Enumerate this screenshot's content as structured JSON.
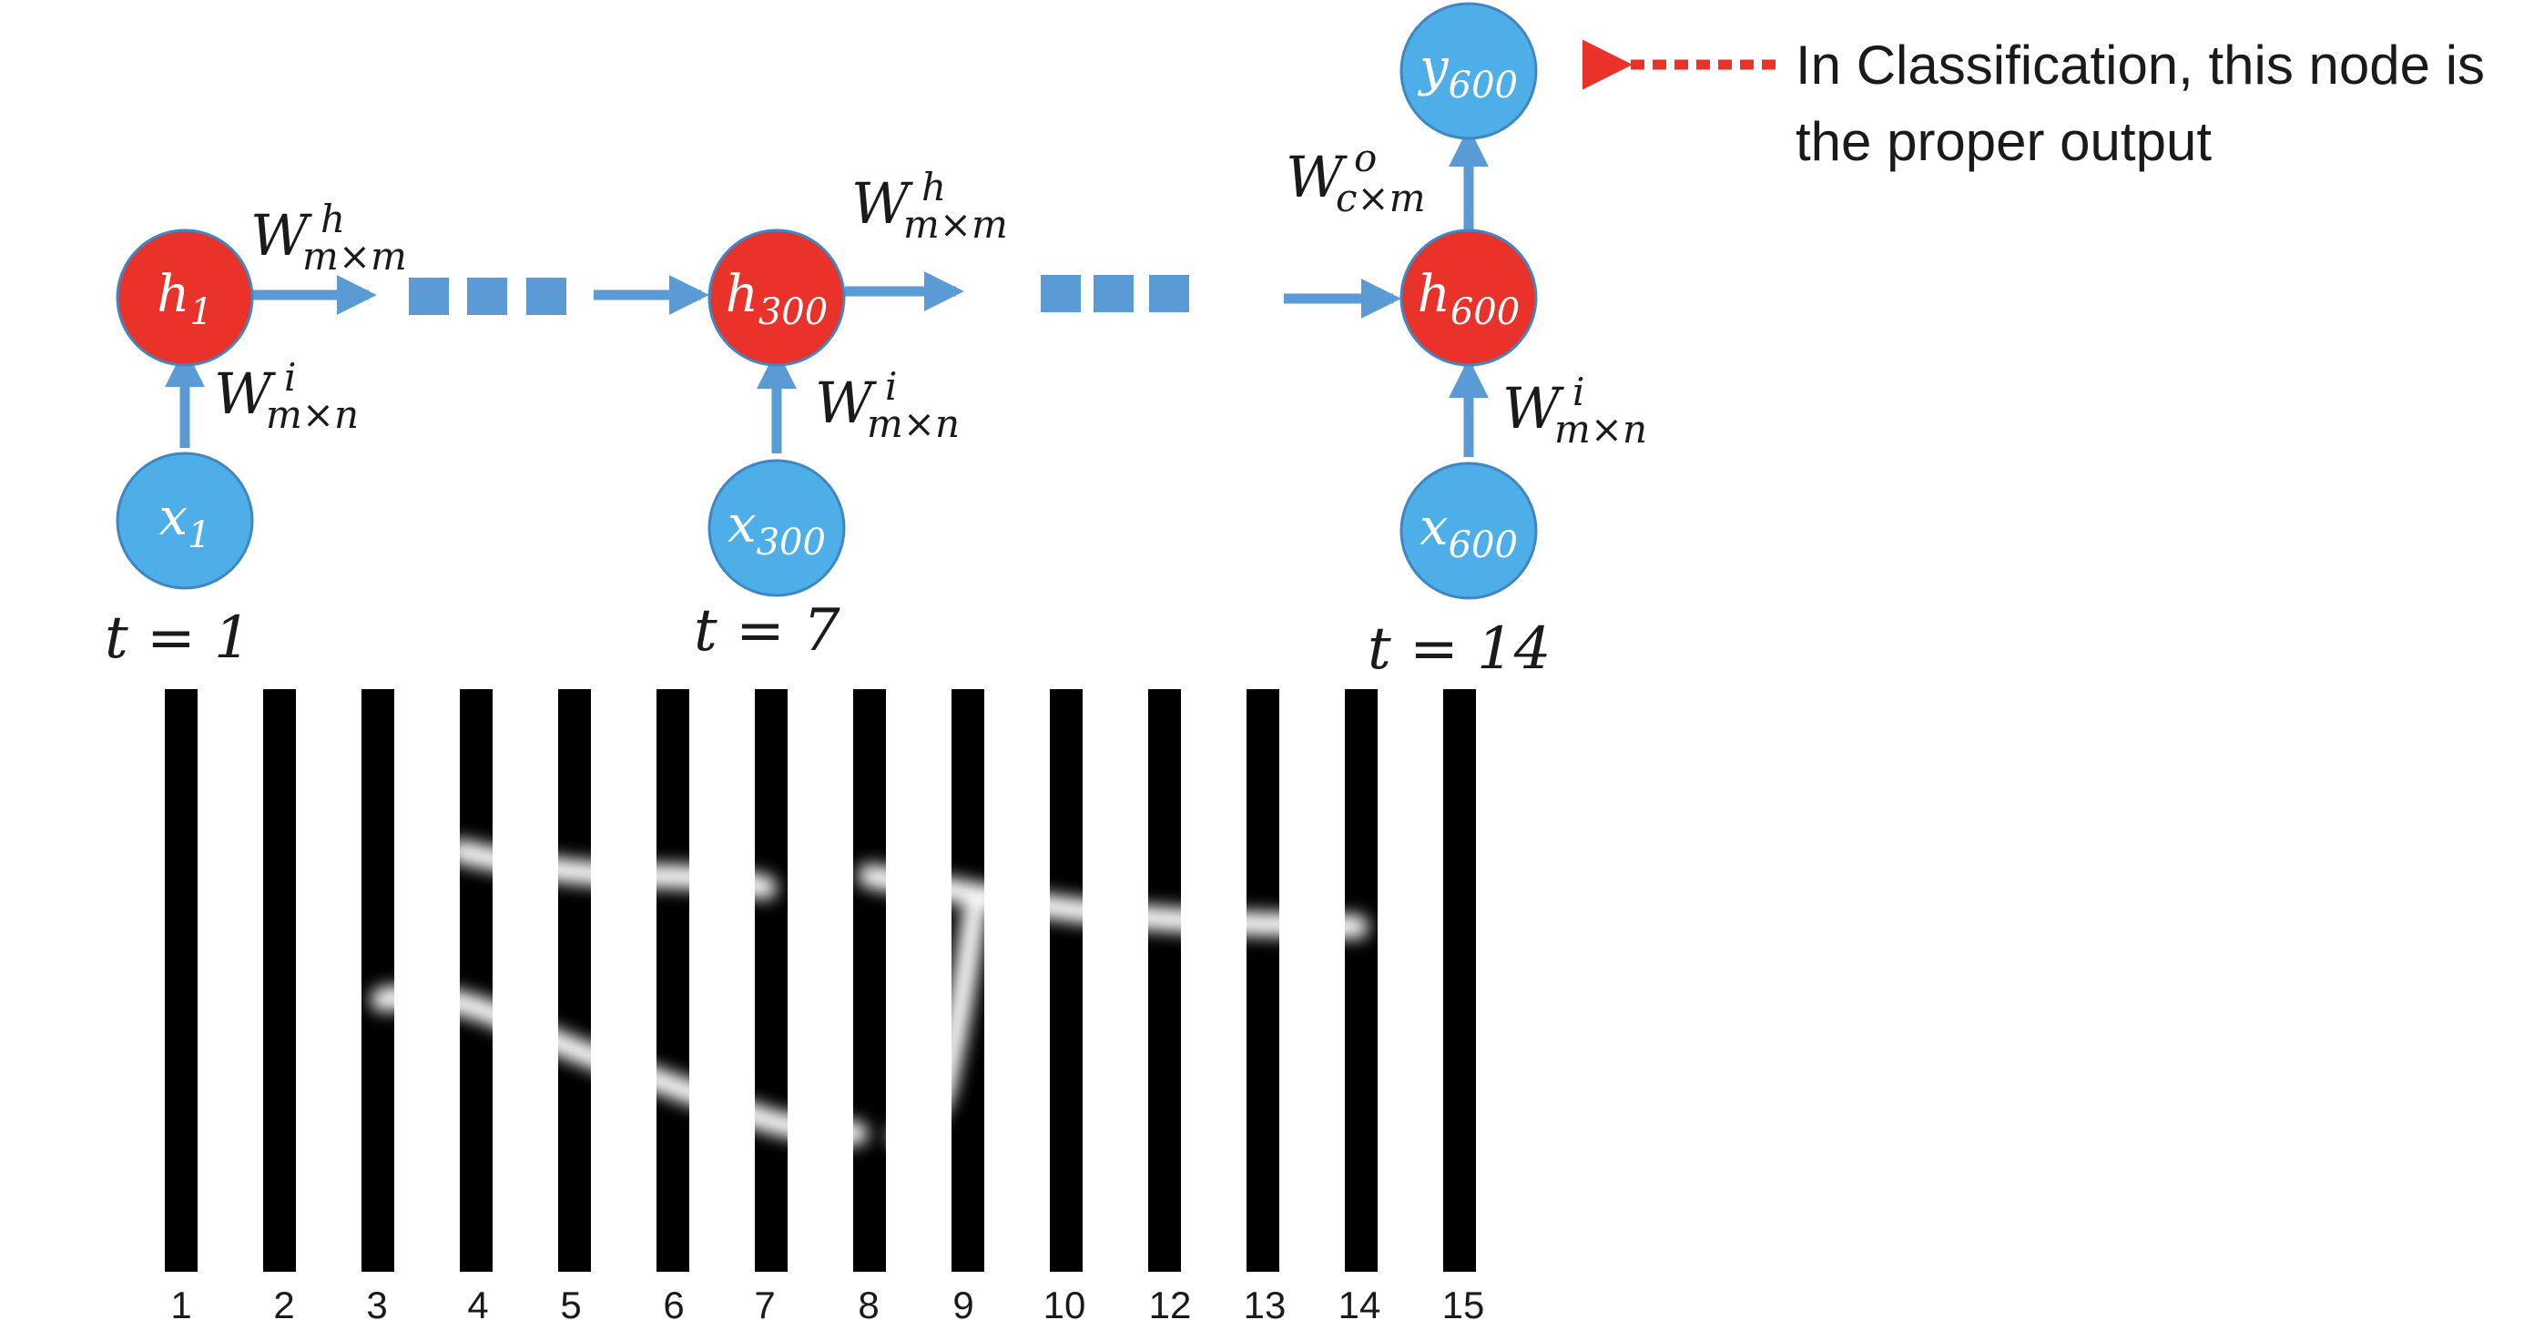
{
  "colors": {
    "input_node": "#4daee8",
    "input_node_stroke": "#3f86c2",
    "hidden_node": "#e8322a",
    "hidden_node_stroke": "#3f86c2",
    "arrow": "#5b9bd5",
    "ellipsis_square": "#5b9bd5",
    "callout_arrow": "#e8322a",
    "text": "#1a1a1a",
    "node_text": "#ffffff",
    "strip_background": "#000000"
  },
  "nodes": {
    "h1": {
      "base": "h",
      "sub": "1"
    },
    "h300": {
      "base": "h",
      "sub": "300"
    },
    "h600": {
      "base": "h",
      "sub": "600"
    },
    "x1": {
      "base": "x",
      "sub": "1"
    },
    "x300": {
      "base": "x",
      "sub": "300"
    },
    "x600": {
      "base": "x",
      "sub": "600"
    },
    "y600": {
      "base": "y",
      "sub": "600"
    }
  },
  "weights": {
    "hidden": {
      "base": "W",
      "sup": "h",
      "sub": "m×m"
    },
    "input": {
      "base": "W",
      "sup": "i",
      "sub": "m×n"
    },
    "output": {
      "base": "W",
      "sup": "o",
      "sub": "c×m"
    }
  },
  "time_labels": [
    "t = 1",
    "t = 7",
    "t = 14"
  ],
  "callout": {
    "line1": "In Classification, this node is",
    "line2": "the proper output"
  },
  "strips": {
    "labels": [
      "1",
      "2",
      "3",
      "4",
      "5",
      "6",
      "7",
      "8",
      "9",
      "10",
      "12",
      "13",
      "14",
      "15"
    ]
  }
}
